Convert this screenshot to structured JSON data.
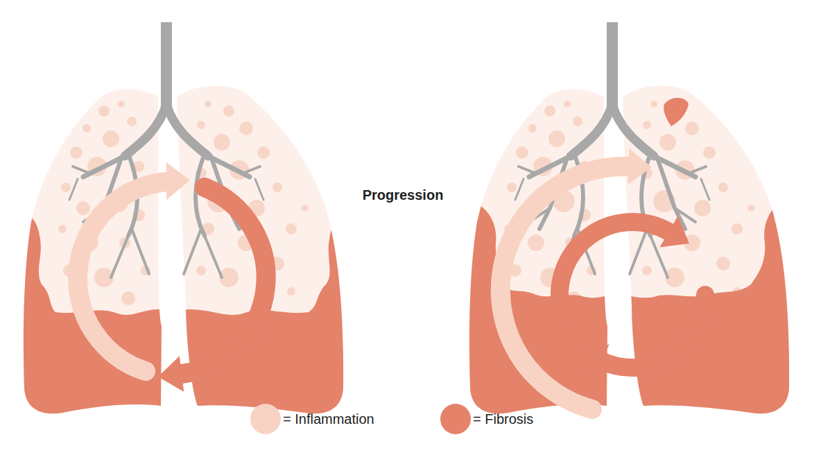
{
  "diagram": {
    "labels": [
      "Progression"
    ],
    "legend": [
      {
        "text": "= Inflammation",
        "color": "#f8d3c3"
      },
      {
        "text": "= Fibrosis",
        "color": "#e5826a"
      }
    ]
  }
}
